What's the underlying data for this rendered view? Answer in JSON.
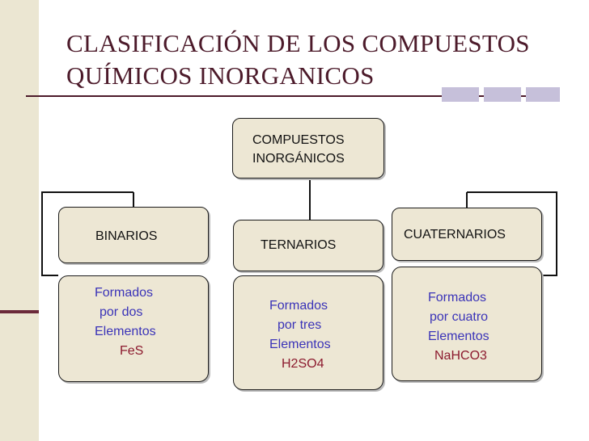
{
  "title": {
    "line1": "CLASIFICACIÓN DE LOS COMPUESTOS",
    "line2": "QUÍMICOS INORGANICOS"
  },
  "root": {
    "line1": "COMPUESTOS",
    "line2": "INORGÁNICOS"
  },
  "categories": [
    {
      "label": "BINARIOS",
      "desc": [
        "Formados",
        "por dos",
        "Elementos"
      ],
      "formula": "FeS"
    },
    {
      "label": "TERNARIOS",
      "desc": [
        "Formados",
        "por tres",
        "Elementos"
      ],
      "formula": "H2SO4"
    },
    {
      "label": "CUATERNARIOS",
      "desc": [
        "Formados",
        "por cuatro",
        "Elementos"
      ],
      "formula": "NaHCO3"
    }
  ],
  "colors": {
    "title": "#4c1a2a",
    "box_fill": "#ede7d4",
    "desc_text": "#3a33b8",
    "formula_text": "#8c1a2e"
  }
}
